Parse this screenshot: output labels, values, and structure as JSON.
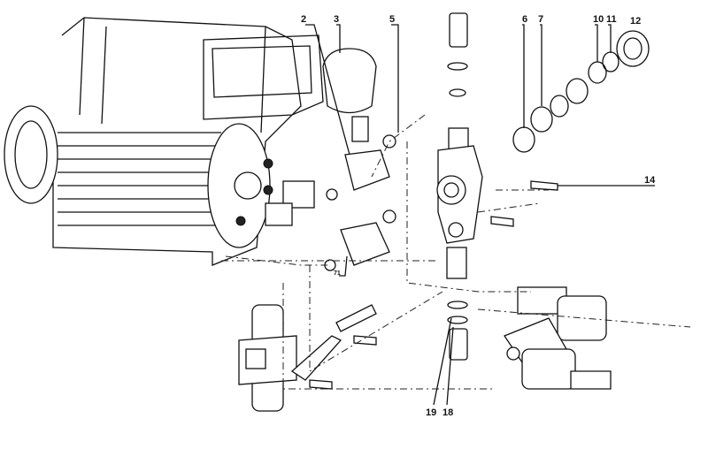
{
  "diagram": {
    "type": "exploded-parts-view",
    "labels": {
      "p2": "2",
      "p3": "3",
      "p5": "5",
      "p6": "6",
      "p7": "7",
      "p10": "10",
      "p11": "11",
      "p12": "12",
      "p14": "14",
      "p18": "18",
      "p19": "19",
      "p71": "71"
    }
  }
}
